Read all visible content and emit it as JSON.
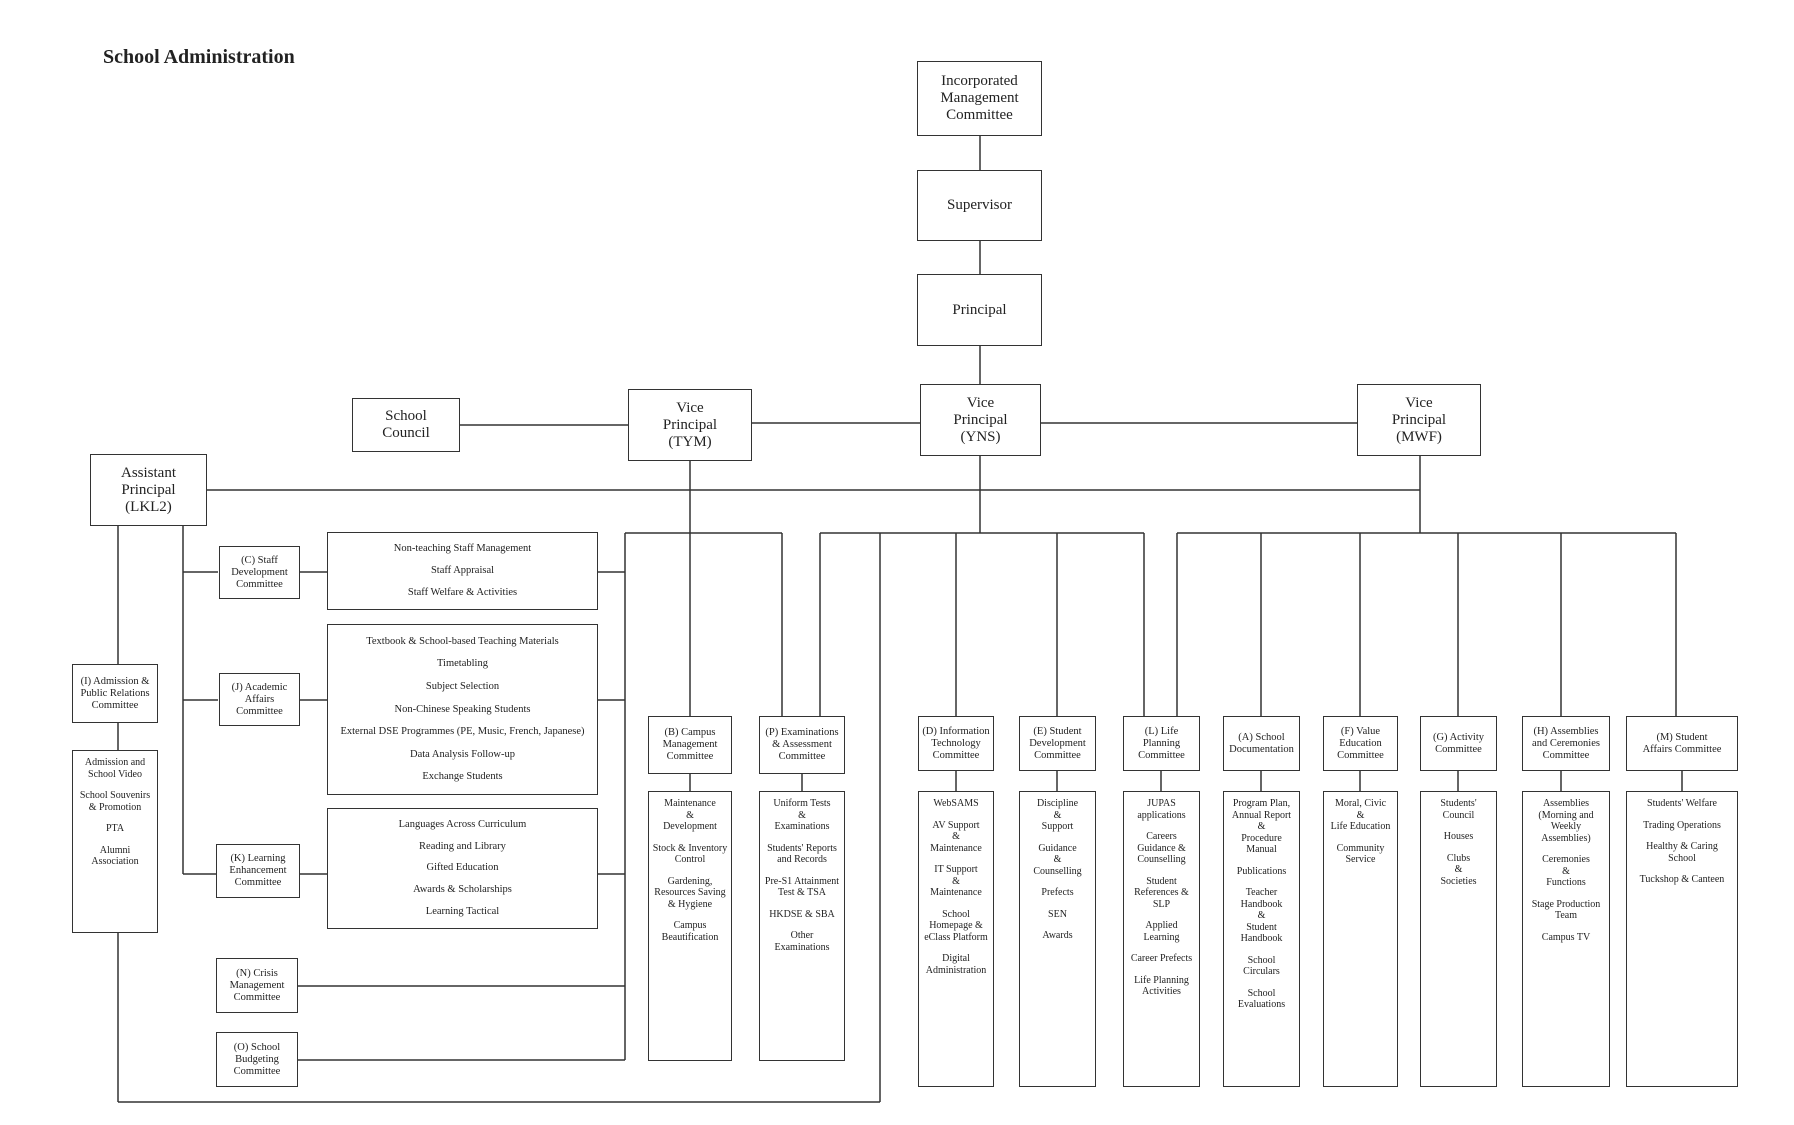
{
  "title": "School Administration",
  "top": {
    "imc": "Incorporated\nManagement\nCommittee",
    "supervisor": "Supervisor",
    "principal": "Principal",
    "school_council": "School\nCouncil",
    "vp_tym": "Vice\nPrincipal\n(TYM)",
    "vp_yns": "Vice\nPrincipal\n(YNS)",
    "vp_mwf": "Vice\nPrincipal\n(MWF)",
    "ap_lkl2": "Assistant\nPrincipal\n(LKL2)"
  },
  "left": {
    "staff_dev": "(C) Staff\nDevelopment\nCommittee",
    "staff_items": [
      "Non-teaching Staff Management",
      "Staff Appraisal",
      "Staff Welfare & Activities"
    ],
    "academic": "(J) Academic\nAffairs\nCommittee",
    "academic_items": [
      "Textbook & School-based Teaching Materials",
      "Timetabling",
      "Subject Selection",
      "Non-Chinese Speaking Students",
      "External DSE Programmes (PE, Music, French, Japanese)",
      "Data Analysis Follow-up",
      "Exchange Students"
    ],
    "learning": "(K) Learning\nEnhancement\nCommittee",
    "learning_items": [
      "Languages Across Curriculum",
      "Reading and Library",
      "Gifted Education",
      "Awards & Scholarships",
      "Learning Tactical"
    ],
    "crisis": "(N) Crisis\nManagement\nCommittee",
    "budget": "(O) School\nBudgeting\nCommittee",
    "admission": "(I) Admission &\nPublic Relations\nCommittee",
    "admission_items": [
      "Admission and\nSchool Video",
      "School Souvenirs\n& Promotion",
      "PTA",
      "Alumni\nAssociation"
    ]
  },
  "committees": [
    {
      "key": "B",
      "label": "(B) Campus\nManagement\nCommittee",
      "items": [
        "Maintenance\n&\nDevelopment",
        "Stock & Inventory\nControl",
        "Gardening,\nResources Saving\n& Hygiene",
        "Campus\nBeautification"
      ]
    },
    {
      "key": "P",
      "label": "(P) Examinations\n& Assessment\nCommittee",
      "items": [
        "Uniform Tests\n&\nExaminations",
        "Students' Reports\nand Records",
        "Pre-S1 Attainment\nTest & TSA",
        "HKDSE & SBA",
        "Other\nExaminations"
      ]
    },
    {
      "key": "D",
      "label": "(D) Information\nTechnology\nCommittee",
      "items": [
        "WebSAMS",
        "AV Support\n&\nMaintenance",
        "IT Support\n&\nMaintenance",
        "School\nHomepage &\neClass Platform",
        "Digital\nAdministration"
      ]
    },
    {
      "key": "E",
      "label": "(E) Student\nDevelopment\nCommittee",
      "items": [
        "Discipline\n&\nSupport",
        "Guidance\n&\nCounselling",
        "Prefects",
        "SEN",
        "Awards"
      ]
    },
    {
      "key": "L",
      "label": "(L) Life\nPlanning\nCommittee",
      "items": [
        "JUPAS\napplications",
        "Careers\nGuidance &\nCounselling",
        "Student\nReferences &\nSLP",
        "Applied\nLearning",
        "Career Prefects",
        "Life Planning\nActivities"
      ]
    },
    {
      "key": "A",
      "label": "(A) School\nDocumentation",
      "items": [
        "Program Plan,\nAnnual Report\n&\nProcedure\nManual",
        "Publications",
        "Teacher\nHandbook\n&\nStudent\nHandbook",
        "School\nCirculars",
        "School\nEvaluations"
      ]
    },
    {
      "key": "F",
      "label": "(F) Value\nEducation\nCommittee",
      "items": [
        "Moral, Civic\n&\nLife Education",
        "Community\nService"
      ]
    },
    {
      "key": "G",
      "label": "(G) Activity\nCommittee",
      "items": [
        "Students'\nCouncil",
        "Houses",
        "Clubs\n&\nSocieties"
      ]
    },
    {
      "key": "H",
      "label": "(H) Assemblies\nand Ceremonies\nCommittee",
      "items": [
        "Assemblies\n(Morning and\nWeekly\nAssemblies)",
        "Ceremonies\n&\nFunctions",
        "Stage Production\nTeam",
        "Campus TV"
      ]
    },
    {
      "key": "M",
      "label": "(M) Student\nAffairs Committee",
      "items": [
        "Students' Welfare",
        "Trading Operations",
        "Healthy & Caring\nSchool",
        "Tuckshop & Canteen"
      ]
    }
  ]
}
